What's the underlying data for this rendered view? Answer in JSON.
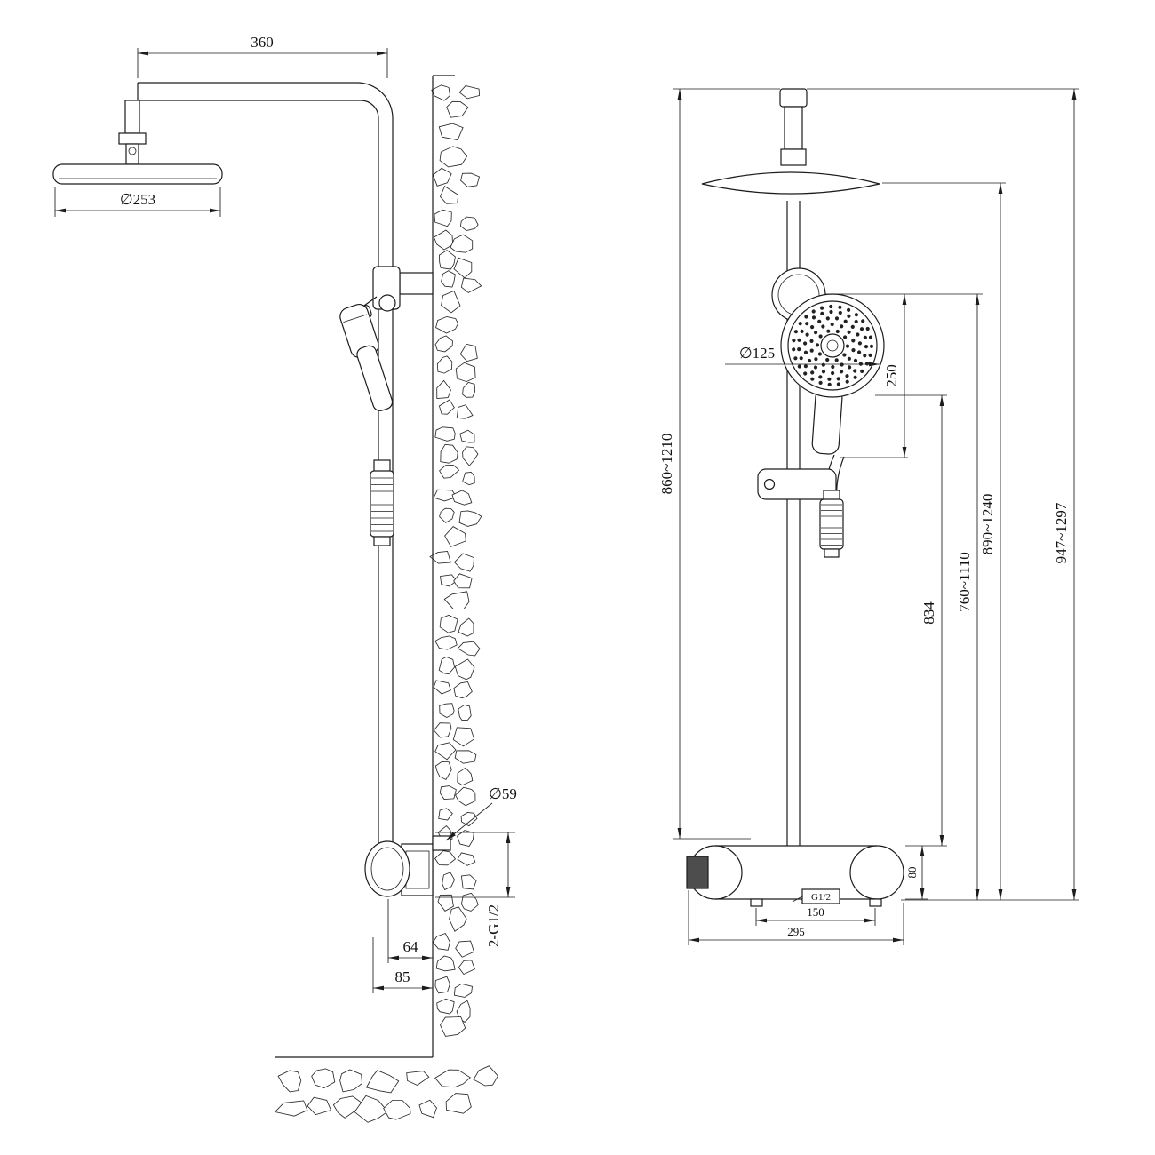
{
  "drawing": {
    "type": "technical-dimension-drawing",
    "subject": "wall-mounted shower column with rain head, hand shower and mixer valve",
    "line_color": "#1c1c1c",
    "background_color": "#ffffff",
    "left_view": {
      "arm_length": "360",
      "head_diameter": "∅253",
      "outlet_diameter": "∅59",
      "connections": "2-G1/2",
      "valve_center_offset": "64",
      "valve_total_offset": "85"
    },
    "right_view": {
      "hand_shower_diameter": "∅125",
      "hand_shower_length": "250",
      "riser_height_range": "860~1210",
      "fixed_length": "834",
      "handle_height_range": "760~1110",
      "head_height_range": "890~1240",
      "total_height_range": "947~1297",
      "inlet_spacing": "150",
      "valve_width": "295",
      "valve_height": "80",
      "thread_label": "G1/2"
    }
  }
}
